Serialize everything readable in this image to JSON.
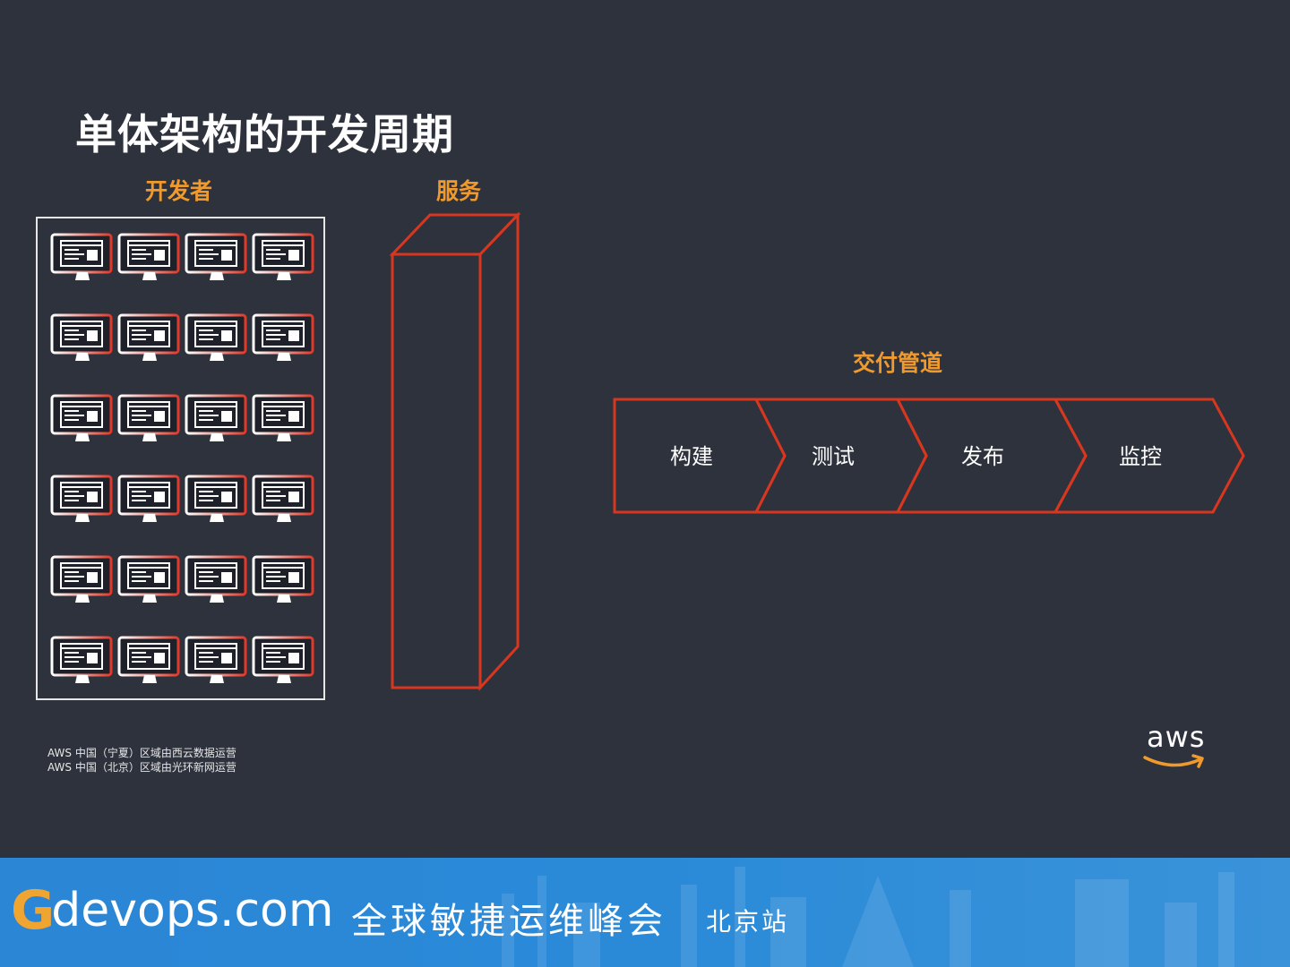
{
  "slide": {
    "title": "单体架构的开发周期",
    "developers_label": "开发者",
    "service_label": "服务",
    "pipeline_label": "交付管道",
    "pipeline_stages": [
      "构建",
      "测试",
      "发布",
      "监控"
    ],
    "monitor_count": 24,
    "footnote_lines": [
      "AWS 中国（宁夏）区域由西云数据运营",
      "AWS 中国（北京）区域由光环新网运营"
    ],
    "logo_text": "aws"
  },
  "banner": {
    "brand_g": "G",
    "brand_rest": "devops.com",
    "event_name": "全球敏捷运维峰会",
    "event_city": "北京站"
  },
  "colors": {
    "background": "#2d323d",
    "accent_orange": "#f09a2e",
    "outline_red": "#d8371f",
    "banner_blue": "#2b86d6"
  }
}
